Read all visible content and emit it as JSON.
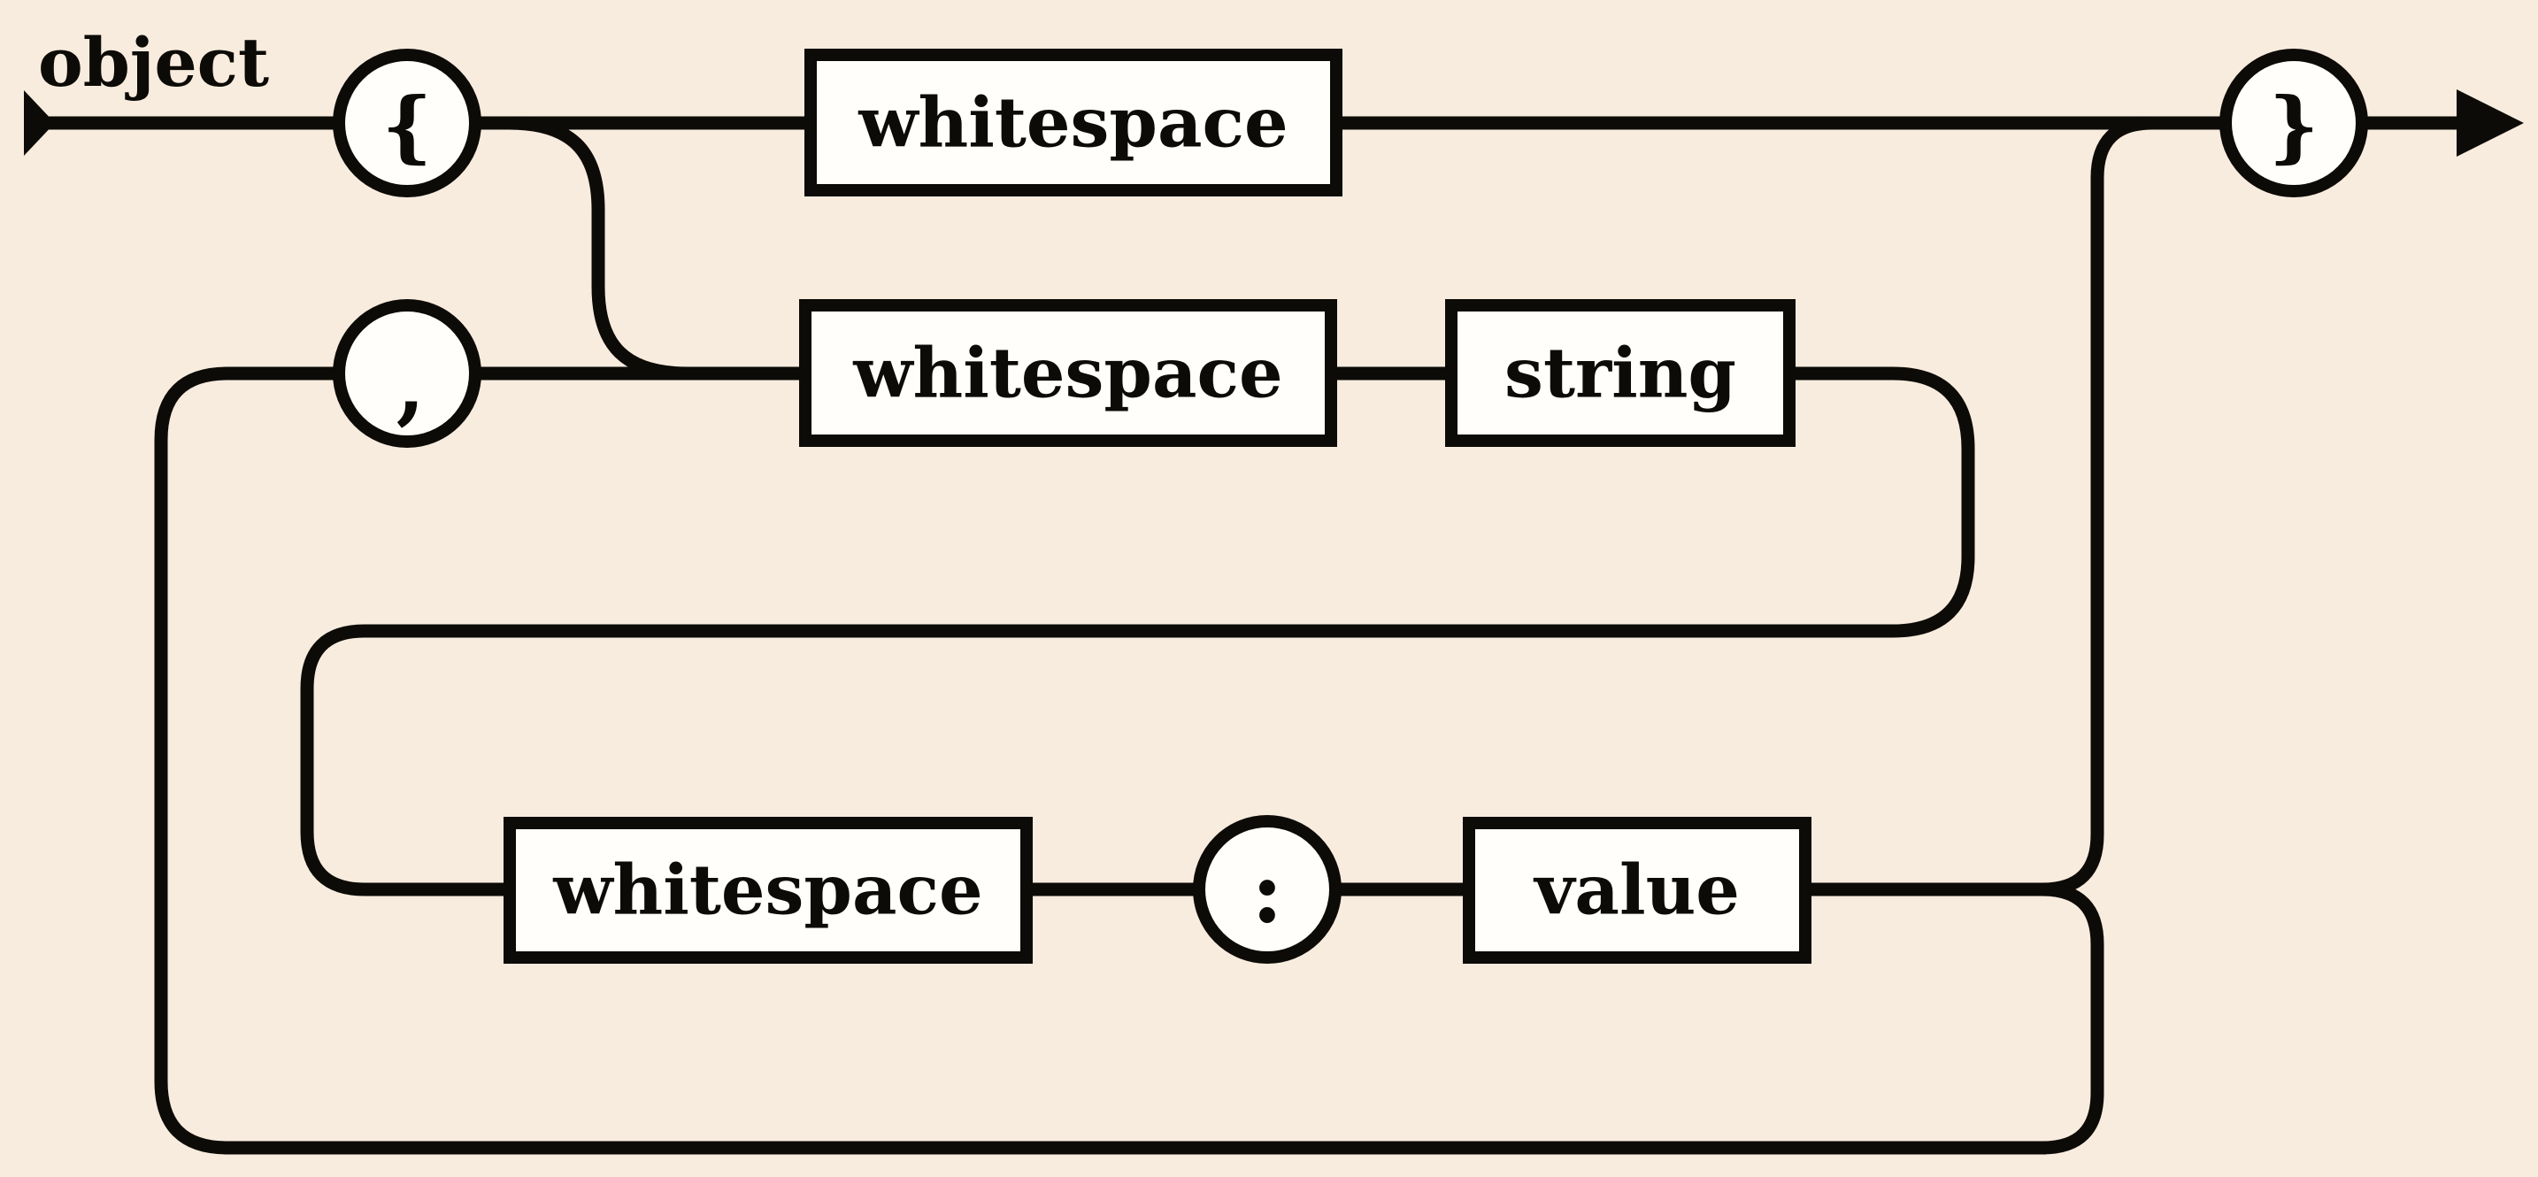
{
  "diagram": {
    "rule_name": "object",
    "colors": {
      "background": "#f8ecde",
      "line": "#0d0b07",
      "node_fill": "#fffefa",
      "text": "#0d0b07"
    },
    "terminals": {
      "open_brace": "{",
      "close_brace": "}",
      "comma": ",",
      "colon": ":"
    },
    "nodes": {
      "ws_top": "whitespace",
      "ws_pair": "whitespace",
      "string": "string",
      "ws_value": "whitespace",
      "value": "value"
    }
  }
}
